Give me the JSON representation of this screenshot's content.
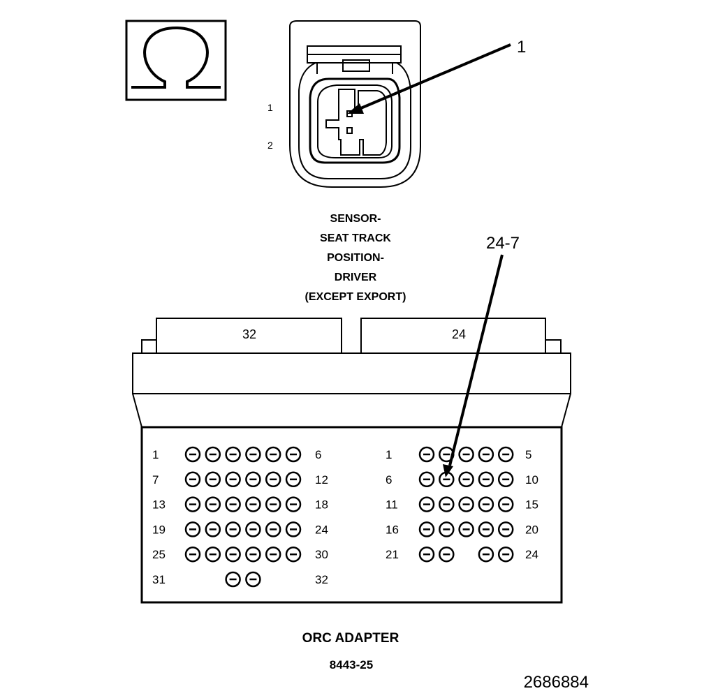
{
  "symbol": {
    "icon": "ohm-icon"
  },
  "sensor_connector": {
    "pin_labels": [
      "1",
      "2"
    ],
    "callout": "1",
    "caption_lines": [
      "SENSOR-",
      "SEAT TRACK",
      "POSITION-",
      "DRIVER",
      "(EXCEPT EXPORT)"
    ]
  },
  "adapter": {
    "connector_left_label": "32",
    "connector_right_label": "24",
    "callout": "24-7",
    "left_block": {
      "rows": [
        {
          "start": "1",
          "end": "6",
          "holes": [
            1,
            2,
            3,
            4,
            5,
            6
          ]
        },
        {
          "start": "7",
          "end": "12",
          "holes": [
            1,
            2,
            3,
            4,
            5,
            6
          ]
        },
        {
          "start": "13",
          "end": "18",
          "holes": [
            1,
            2,
            3,
            4,
            5,
            6
          ]
        },
        {
          "start": "19",
          "end": "24",
          "holes": [
            1,
            2,
            3,
            4,
            5,
            6
          ]
        },
        {
          "start": "25",
          "end": "30",
          "holes": [
            1,
            2,
            3,
            4,
            5,
            6
          ]
        },
        {
          "start": "31",
          "end": "32",
          "holes": [
            3,
            4
          ]
        }
      ]
    },
    "right_block": {
      "rows": [
        {
          "start": "1",
          "end": "5",
          "holes": [
            1,
            2,
            3,
            4,
            5
          ]
        },
        {
          "start": "6",
          "end": "10",
          "holes": [
            1,
            2,
            3,
            4,
            5
          ]
        },
        {
          "start": "11",
          "end": "15",
          "holes": [
            1,
            2,
            3,
            4,
            5
          ]
        },
        {
          "start": "16",
          "end": "20",
          "holes": [
            1,
            2,
            3,
            4,
            5
          ]
        },
        {
          "start": "21",
          "end": "24",
          "holes": [
            1,
            2,
            4,
            5
          ]
        }
      ]
    },
    "title": "ORC ADAPTER",
    "part_number": "8443-25"
  },
  "figure_id": "2686884"
}
